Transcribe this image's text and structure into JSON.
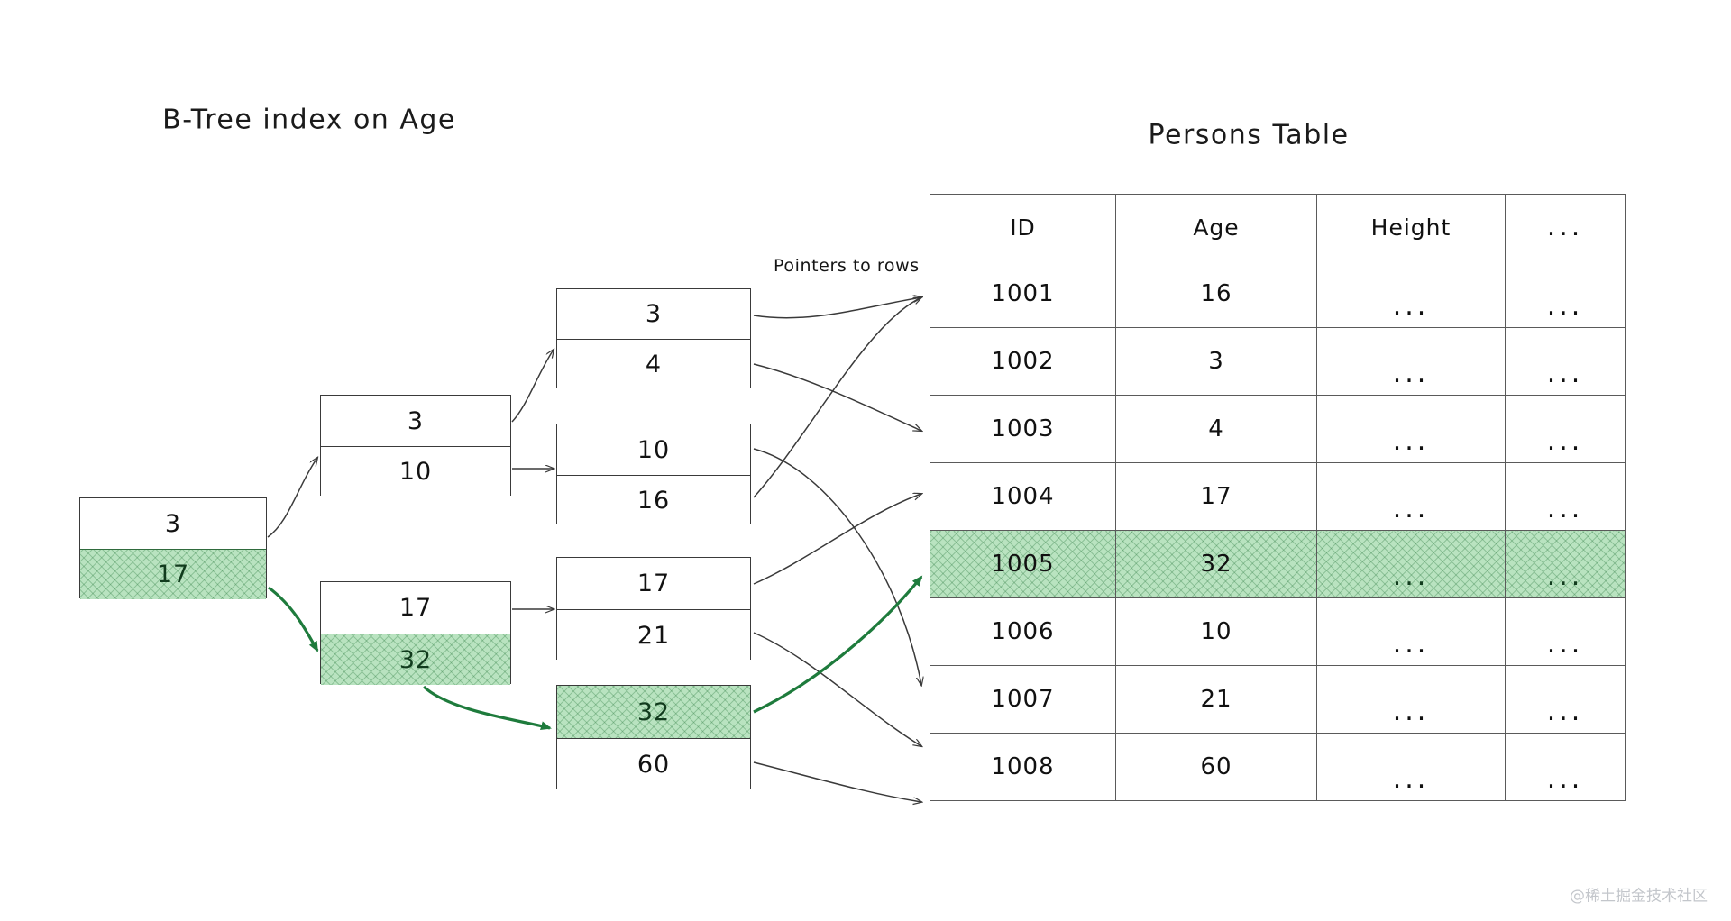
{
  "titles": {
    "btree": "B-Tree index on Age",
    "persons": "Persons Table"
  },
  "annotations": {
    "pointers": "Pointers to rows"
  },
  "colors": {
    "highlight_fill": "#b9e3c0",
    "highlight_stroke": "#2f6b3d",
    "arrow_highlight": "#1e7b3c",
    "stroke": "#3a3a3a",
    "text": "#111111",
    "watermark": "#c3c6cb"
  },
  "btree": {
    "root": {
      "cells": [
        {
          "value": "3",
          "highlighted": false
        },
        {
          "value": "17",
          "highlighted": true
        }
      ]
    },
    "internal": [
      {
        "cells": [
          {
            "value": "3",
            "highlighted": false
          },
          {
            "value": "10",
            "highlighted": false
          }
        ]
      },
      {
        "cells": [
          {
            "value": "17",
            "highlighted": false
          },
          {
            "value": "32",
            "highlighted": true
          }
        ]
      }
    ],
    "leaves": [
      {
        "cells": [
          {
            "value": "3",
            "highlighted": false
          },
          {
            "value": "4",
            "highlighted": false
          }
        ]
      },
      {
        "cells": [
          {
            "value": "10",
            "highlighted": false
          },
          {
            "value": "16",
            "highlighted": false
          }
        ]
      },
      {
        "cells": [
          {
            "value": "17",
            "highlighted": false
          },
          {
            "value": "21",
            "highlighted": false
          }
        ]
      },
      {
        "cells": [
          {
            "value": "32",
            "highlighted": true
          },
          {
            "value": "60",
            "highlighted": false
          }
        ]
      }
    ]
  },
  "persons_table": {
    "columns": [
      "ID",
      "Age",
      "Height",
      "..."
    ],
    "rows": [
      {
        "id": "1001",
        "age": "16",
        "height": "...",
        "rest": "...",
        "highlighted": false
      },
      {
        "id": "1002",
        "age": "3",
        "height": "...",
        "rest": "...",
        "highlighted": false
      },
      {
        "id": "1003",
        "age": "4",
        "height": "...",
        "rest": "...",
        "highlighted": false
      },
      {
        "id": "1004",
        "age": "17",
        "height": "...",
        "rest": "...",
        "highlighted": false
      },
      {
        "id": "1005",
        "age": "32",
        "height": "...",
        "rest": "...",
        "highlighted": true
      },
      {
        "id": "1006",
        "age": "10",
        "height": "...",
        "rest": "...",
        "highlighted": false
      },
      {
        "id": "1007",
        "age": "21",
        "height": "...",
        "rest": "...",
        "highlighted": false
      },
      {
        "id": "1008",
        "age": "60",
        "height": "...",
        "rest": "...",
        "highlighted": false
      }
    ]
  },
  "watermark": "@稀土掘金技术社区"
}
